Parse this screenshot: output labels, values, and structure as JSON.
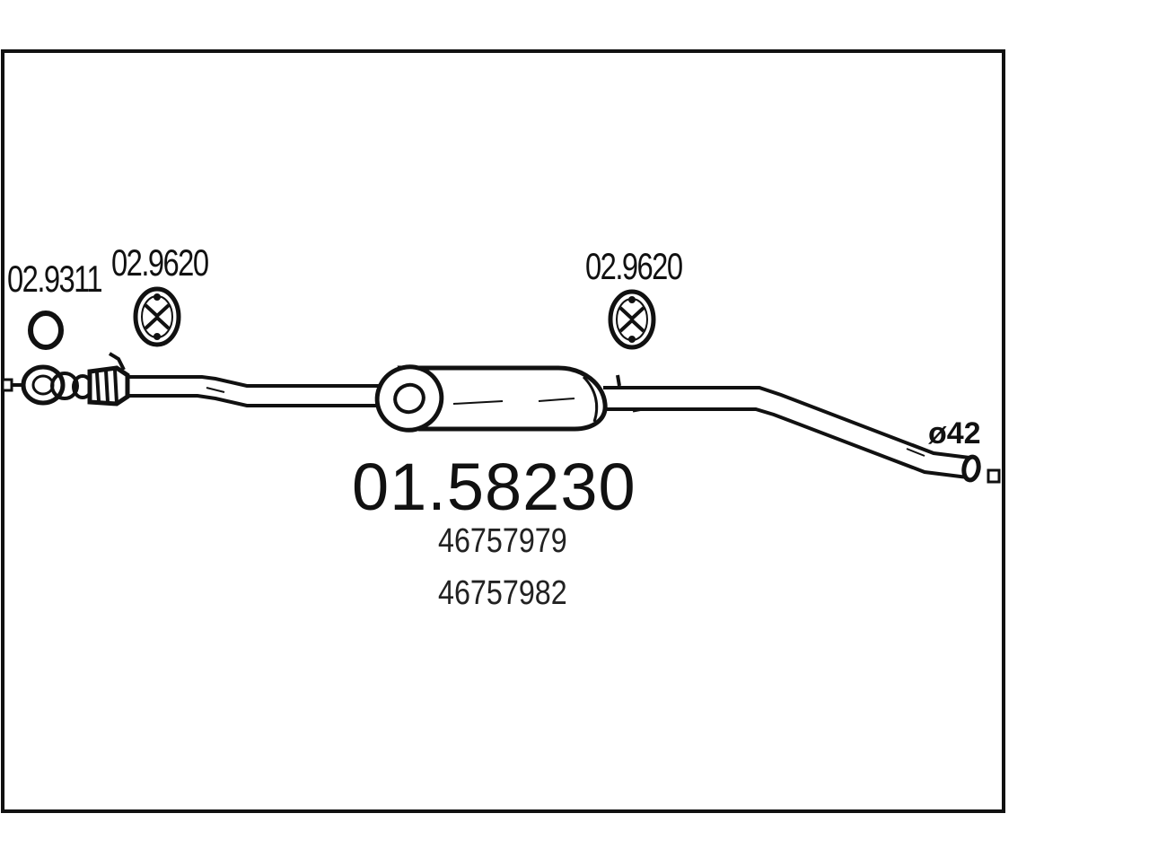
{
  "diagram": {
    "main_part_number": "01.58230",
    "oe_numbers": [
      "46757979",
      "46757982"
    ],
    "components": {
      "gasket_ref": "02.9311",
      "hanger_left_ref": "02.9620",
      "hanger_right_ref": "02.9620"
    },
    "outlet_diameter": "ø42"
  }
}
